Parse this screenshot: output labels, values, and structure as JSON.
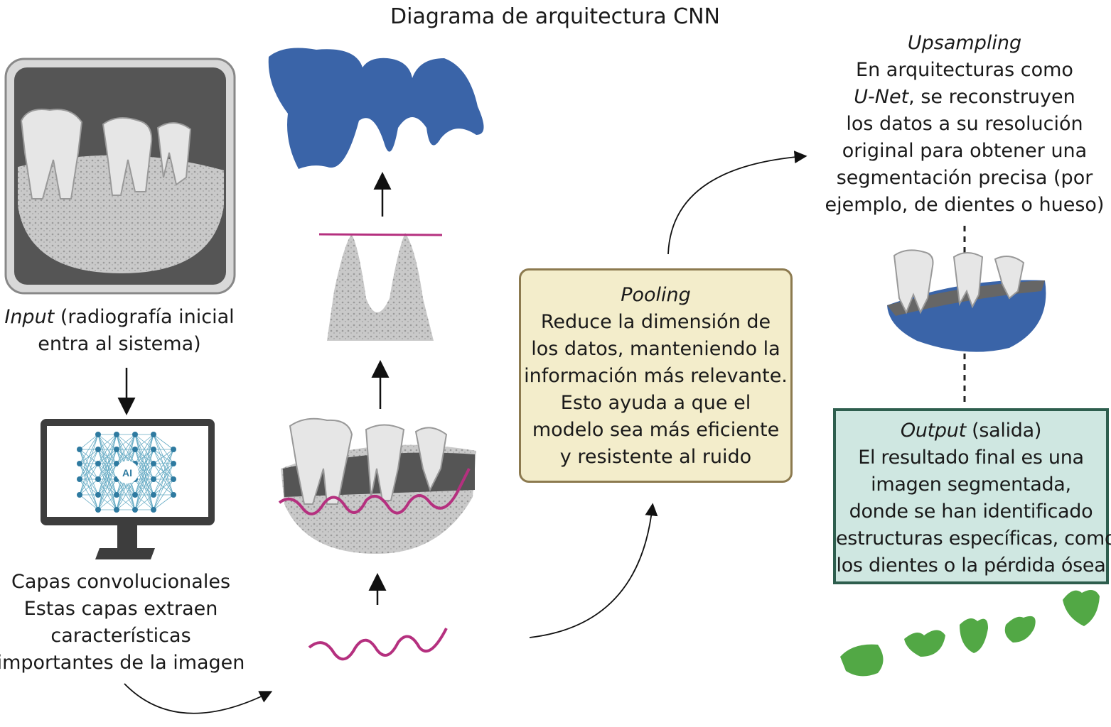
{
  "title": "Diagrama de arquitectura CNN",
  "input": {
    "term": "Input",
    "line1_rest": " (radiografía inicial",
    "line2": "entra al sistema)"
  },
  "monitor": {
    "badge": "AI"
  },
  "conv": {
    "lines": [
      "Capas convolucionales",
      "Estas capas extraen",
      "características",
      "importantes de la imagen"
    ]
  },
  "pooling": {
    "term": "Pooling",
    "lines": [
      "Reduce la dimensión de",
      "los datos, manteniendo la",
      "información más relevante.",
      "Esto ayuda a que el",
      "modelo sea más eficiente",
      "y resistente al ruido"
    ]
  },
  "upsampling": {
    "term": "Upsampling",
    "line1": "En arquitecturas como",
    "line2_term": "U-Net",
    "line2_rest": ", se reconstruyen",
    "lines": [
      "los datos a su resolución",
      "original para obtener una",
      "segmentación precisa (por",
      "ejemplo, de dientes o hueso)"
    ]
  },
  "output": {
    "term": "Output",
    "term_rest": " (salida)",
    "lines": [
      "El resultado final es una",
      "imagen segmentada,",
      "donde se han identificado",
      "estructuras específicas, como",
      "los dientes o la pérdida ósea"
    ]
  },
  "colors": {
    "mask_blue": "#3a64a8",
    "magenta": "#b5307f",
    "green": "#52a845",
    "pooling_fill": "#f3edcb",
    "pooling_border": "#8c7a4f",
    "output_fill": "#cfe7e1",
    "output_border": "#2e5e4e",
    "network": "#3e95b5"
  }
}
